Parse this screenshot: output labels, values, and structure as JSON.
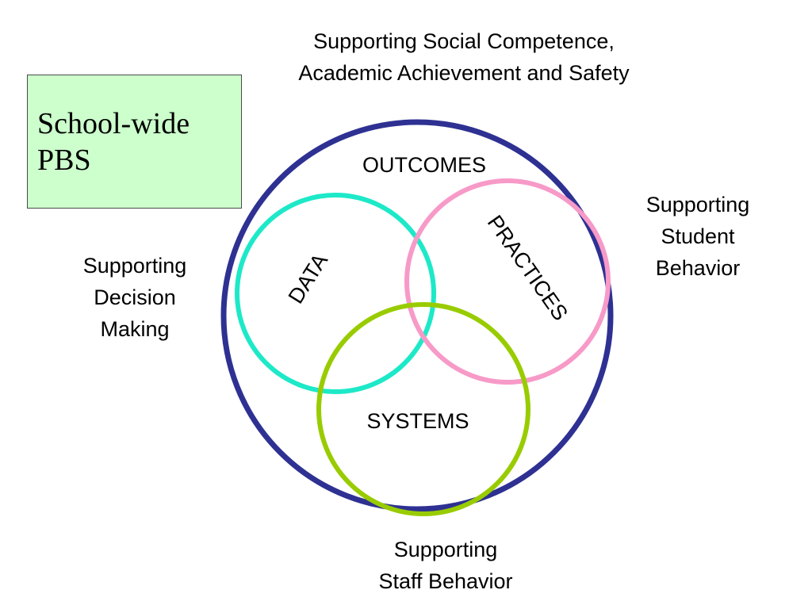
{
  "title_box": {
    "lines": [
      "School-wide",
      "PBS"
    ],
    "fill": "#ccffcc"
  },
  "labels": {
    "top": [
      "Supporting Social Competence,",
      "Academic Achievement and Safety"
    ],
    "right": [
      "Supporting",
      "Student",
      "Behavior"
    ],
    "left": [
      "Supporting",
      "Decision",
      "Making"
    ],
    "bottom": [
      "Supporting",
      "Staff Behavior"
    ]
  },
  "circles": {
    "outcomes": {
      "label": "OUTCOMES",
      "color": "#2e3192"
    },
    "data": {
      "label": "DATA",
      "color": "#1de9c8"
    },
    "practices": {
      "label": "PRACTICES",
      "color": "#f79ac8"
    },
    "systems": {
      "label": "SYSTEMS",
      "color": "#99cc00"
    }
  }
}
